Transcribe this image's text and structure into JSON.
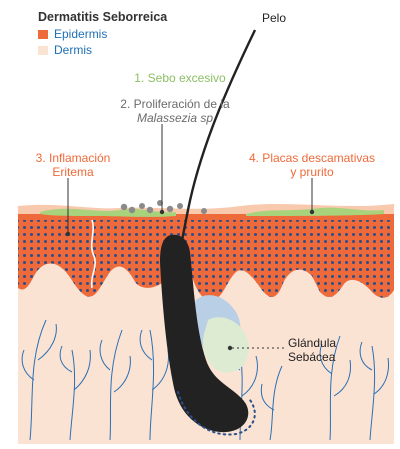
{
  "title": "Dermatitis Seborreica",
  "legend": [
    {
      "label": "Epidermis",
      "color": "#ef6a3a"
    },
    {
      "label": "Dermis",
      "color": "#fbe3d4"
    }
  ],
  "labels": {
    "hair": "Pelo",
    "sebum": "1. Sebo excesivo",
    "proliferation_line1": "2. Proliferación de la",
    "proliferation_line2": "Malassezia sp",
    "inflammation_line1": "3. Inflamación",
    "inflammation_line2": "Eritema",
    "plaques_line1": "4. Placas descamativas",
    "plaques_line2": "y prurito",
    "gland_line1": "Glándula",
    "gland_line2": "Sebácea"
  },
  "colors": {
    "epidermis": "#ef6a3a",
    "dermis": "#fbe3d4",
    "epidermis_dots": "#2a4e8a",
    "sebum": "#a9d27c",
    "scales": "#f9c9ae",
    "vessels": "#2a6fb5",
    "gland": "#dcebd2",
    "follicle_sac": "#b9cfe5",
    "hair": "#222222",
    "malassezia": "#8a8a8a"
  }
}
